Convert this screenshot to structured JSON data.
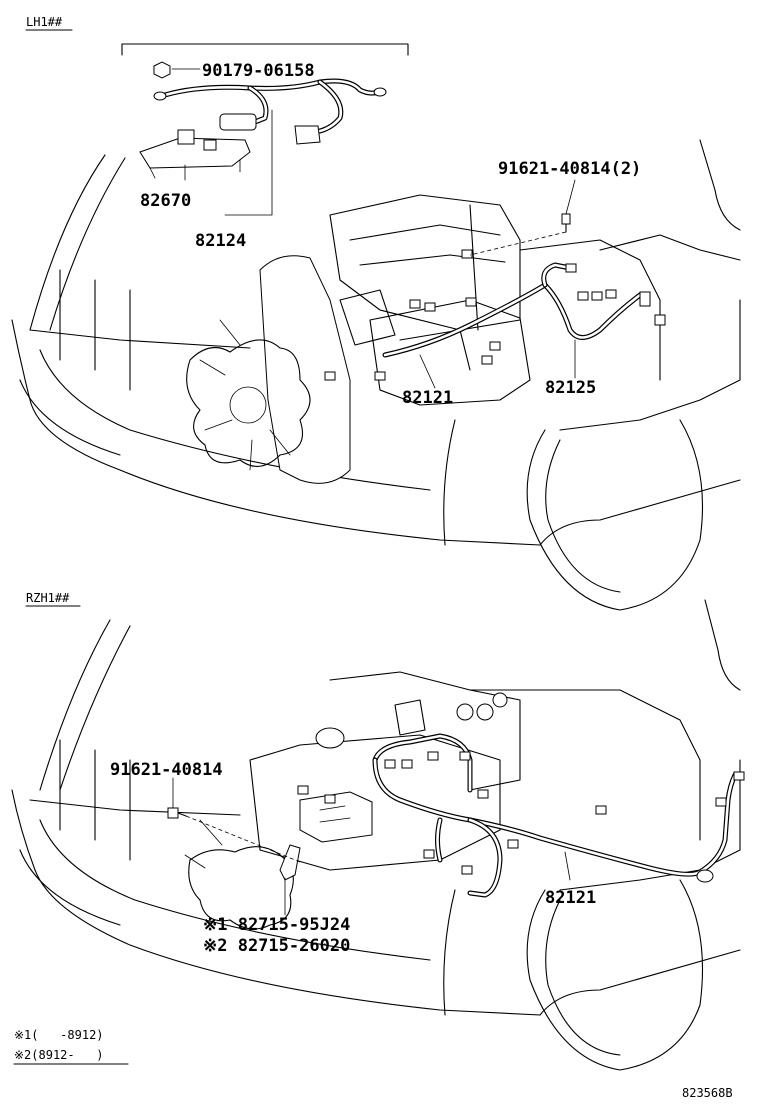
{
  "sections": {
    "lh": {
      "header": "LH1##"
    },
    "rzh": {
      "header": "RZH1##"
    }
  },
  "parts": {
    "lh_nut": "90179-06158",
    "lh_sensor": "82670",
    "lh_sub": "82124",
    "lh_bolt": "91621-40814(2)",
    "lh_main": "82121",
    "lh_harness": "82125",
    "rzh_bolt": "91621-40814",
    "rzh_main": "82121",
    "rzh_relay1": "※1 82715-95J24",
    "rzh_relay2": "※2 82715-26020"
  },
  "notes": {
    "n1": "※1(   -8912)",
    "n2": "※2(8912-   )"
  },
  "figure_id": "823568B"
}
